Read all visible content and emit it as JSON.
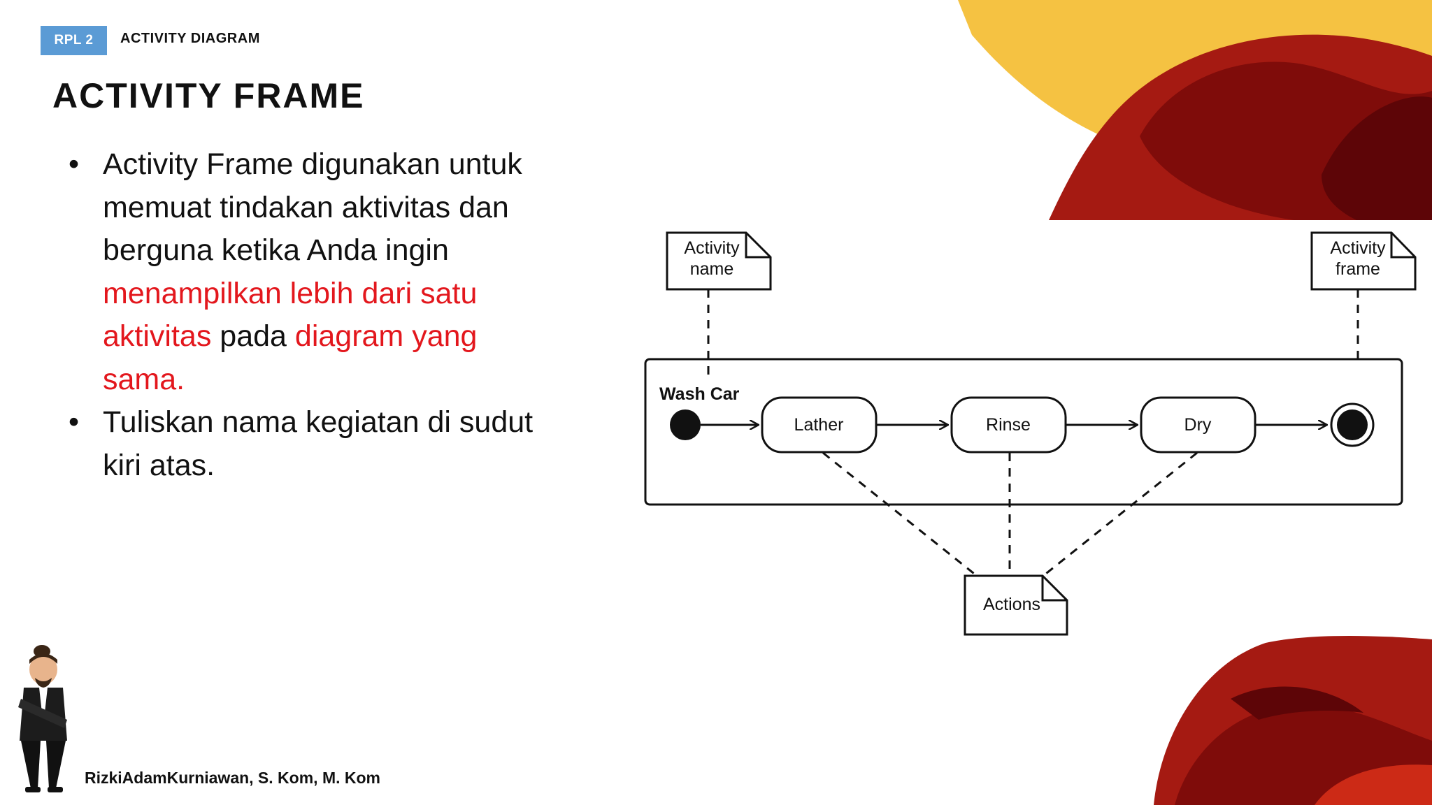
{
  "header": {
    "badge": "RPL 2",
    "section": "ACTIVITY DIAGRAM",
    "title": "ACTIVITY FRAME"
  },
  "bullets": [
    {
      "p1": "Activity Frame digunakan untuk memuat tindakan aktivitas dan berguna ketika Anda ingin ",
      "h1": "menampilkan lebih dari satu aktivitas",
      "p2": " pada ",
      "h2": "diagram yang sama."
    },
    {
      "p1": "Tuliskan nama kegiatan di sudut kiri atas."
    }
  ],
  "diagram": {
    "frame_name": "Wash Car",
    "actions": [
      "Lather",
      "Rinse",
      "Dry"
    ],
    "notes": {
      "activity_name": [
        "Activity",
        "name"
      ],
      "activity_frame": [
        "Activity",
        "frame"
      ],
      "actions": "Actions"
    }
  },
  "footer": {
    "author": "RizkiAdamKurniawan, S. Kom, M. Kom"
  },
  "colors": {
    "accent_blue": "#5b9bd5",
    "highlight_red": "#e3171d",
    "deco_yellow": "#f5c242",
    "deco_red": "#a51a12",
    "deco_dark": "#6a0708"
  }
}
